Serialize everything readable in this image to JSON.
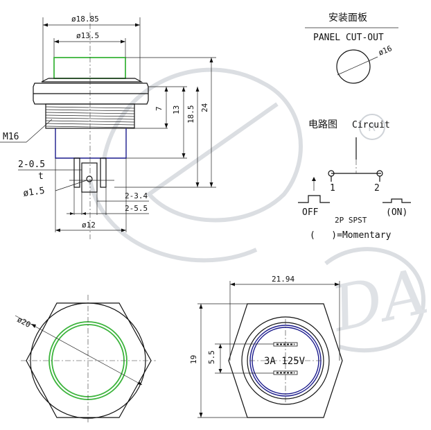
{
  "colors": {
    "line": "#111111",
    "ring_green": "#3cb43c",
    "body_blue": "#1a1a8c",
    "watermark": "#cfd3d8"
  },
  "side_view": {
    "dia_outer": "ø18.85",
    "dia_inner": "ø13.5",
    "height_7": "7",
    "height_13": "13",
    "height_18_5": "18.5",
    "height_24": "24",
    "thread": "M16",
    "terminal_thickness": "2-0.5",
    "terminal_t": "t",
    "hole": "ø1.5",
    "terminal_3_4": "2-3.4",
    "terminal_5_5": "2-5.5",
    "base_dia": "ø12"
  },
  "panel_cutout": {
    "title_cn": "安装面板",
    "title_en": "PANEL CUT-OUT",
    "dia": "ø16"
  },
  "circuit": {
    "title_cn": "电路图",
    "title_en": "Circuit",
    "pin1": "1",
    "pin2": "2",
    "off": "OFF",
    "on": "(ON)",
    "type": "2P SPST",
    "momentary": "(   )=Momentary"
  },
  "front_view": {
    "dia": "ø20"
  },
  "back_view": {
    "width": "21.94",
    "height": "19",
    "pin_spacing": "5.5",
    "rating": "3A 125V"
  },
  "watermark": {
    "mark_r": "R",
    "text": "DA"
  }
}
